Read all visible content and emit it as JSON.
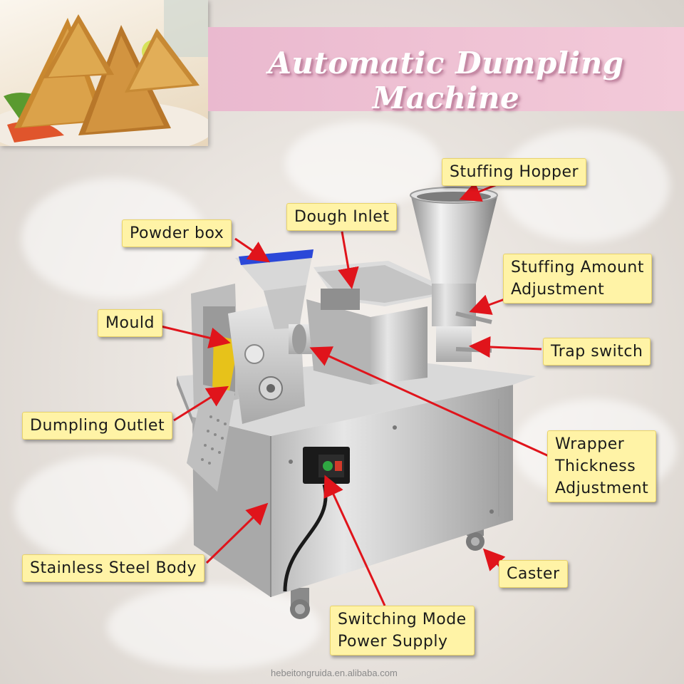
{
  "title": "Automatic Dumpling Machine",
  "labels": {
    "stuffing_hopper": "Stuffing Hopper",
    "dough_inlet": "Dough Inlet",
    "powder_box": "Powder box",
    "stuffing_amount": "Stuffing Amount\nAdjustment",
    "mould": "Mould",
    "trap_switch": "Trap switch",
    "dumpling_outlet": "Dumpling Outlet",
    "wrapper_thickness": "Wrapper\nThickness\nAdjustment",
    "stainless_body": "Stainless Steel Body",
    "caster": "Caster",
    "power_supply": "Switching Mode\nPower Supply"
  },
  "watermark": "hebeitongruida.en.alibaba.com",
  "colors": {
    "banner": "#efc2d4",
    "callout_bg": "#fff3a6",
    "arrow": "#e0141b"
  }
}
